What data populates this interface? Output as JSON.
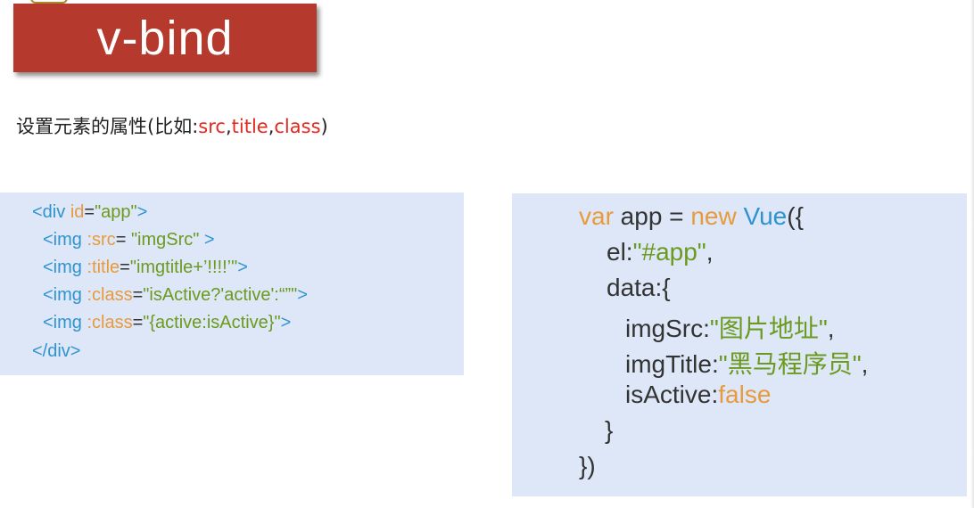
{
  "title": "v-bind",
  "description": {
    "prefix": "设置元素的属性(比如:",
    "src": "src",
    "comma1": ",",
    "title": "title",
    "comma2": ",",
    "class": "class",
    "suffix": ")"
  },
  "left_code": {
    "l1": {
      "open": "<div ",
      "attr": "id",
      "eq": "=",
      "val": "\"app\"",
      "close": ">"
    },
    "l2": {
      "open": "<img ",
      "attr": ":src",
      "eq": "= ",
      "val": "\"imgSrc\"",
      "close": " >"
    },
    "l3": {
      "open": "<img ",
      "attr": ":title",
      "eq": "=",
      "val": "\"imgtitle+’!!!!’\"",
      "close": ">"
    },
    "l4": {
      "open": "<img ",
      "attr": ":class",
      "eq": "=",
      "val": "\"isActive?'active':“”\"",
      "close": ">"
    },
    "l5": {
      "open": "<img ",
      "attr": ":class",
      "eq": "=",
      "val": "\"{active:isActive}\"",
      "close": ">"
    },
    "l6": {
      "text": "</div>"
    }
  },
  "right_code": {
    "l1": {
      "kw": "var",
      "name": " app = ",
      "new": "new",
      "sp": " ",
      "vue": "Vue",
      "tail": "({"
    },
    "l2": {
      "key": "el:",
      "val": "\"#app\"",
      "tail": ","
    },
    "l3": {
      "text": "data:{"
    },
    "l4": {
      "key": "imgSrc:",
      "val": "\"图片地址\"",
      "tail": ","
    },
    "l5": {
      "key": "imgTitle:",
      "val": "\"黑马程序员\"",
      "tail": ","
    },
    "l6": {
      "key": "isActive:",
      "val": "false"
    },
    "l7": {
      "text": "}"
    },
    "l8": {
      "text": "})"
    }
  }
}
